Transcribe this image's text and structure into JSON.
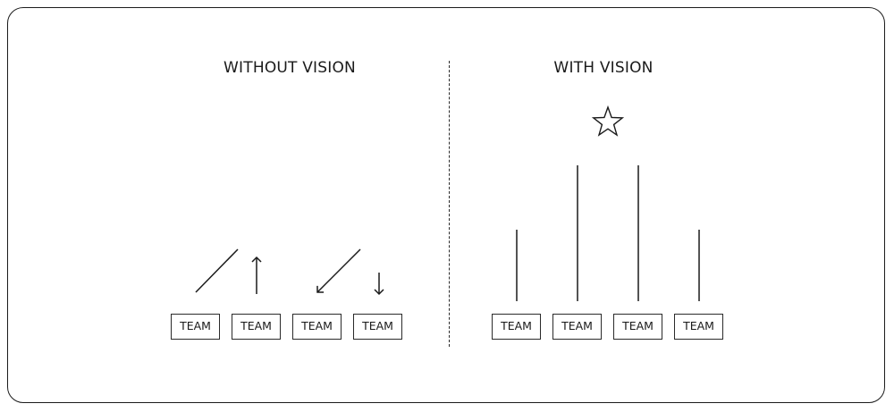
{
  "panels": {
    "without": {
      "title": "WITHOUT VISION",
      "teams": [
        "TEAM",
        "TEAM",
        "TEAM",
        "TEAM"
      ],
      "arrow_directions": [
        "diagonal-line",
        "up-arrow",
        "down-left-arrow",
        "down-arrow"
      ]
    },
    "with": {
      "title": "WITH VISION",
      "teams": [
        "TEAM",
        "TEAM",
        "TEAM",
        "TEAM"
      ],
      "goal_icon": "star-icon",
      "bar_heights_relative": [
        0.55,
        1.0,
        1.0,
        0.55
      ]
    }
  }
}
